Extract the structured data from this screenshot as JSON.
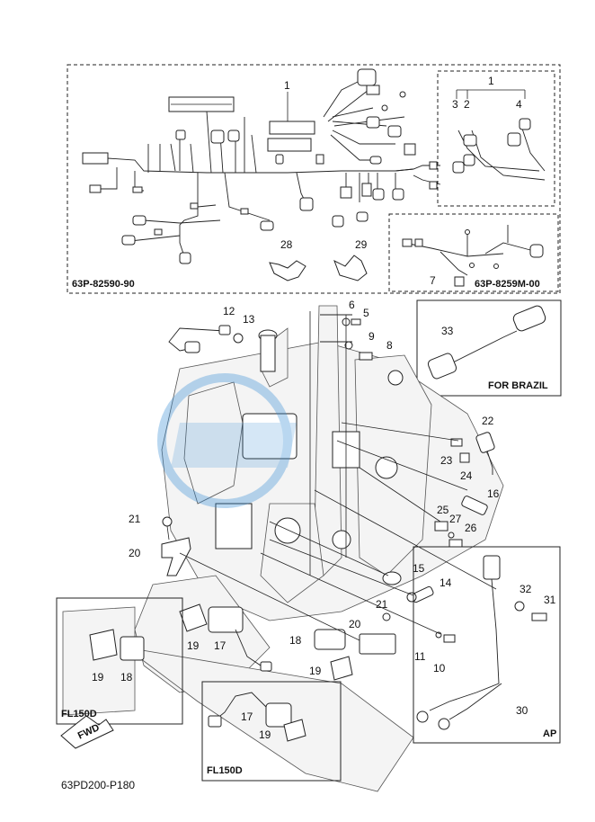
{
  "boxes": {
    "main_harness_code": "63P-82590-90",
    "sub_harness_code": "63P-8259M-00",
    "brazil_label": "FOR BRAZIL",
    "fl150d_label_1": "FL150D",
    "fl150d_label_2": "FL150D",
    "ap_label": "AP"
  },
  "fwd_label": "FWD",
  "drawing_code": "63PD200-P180",
  "part_numbers": {
    "p1_main": "1",
    "p1_sub": "1",
    "p2": "2",
    "p3": "3",
    "p4": "4",
    "p5": "5",
    "p6": "6",
    "p7": "7",
    "p8": "8",
    "p9": "9",
    "p10": "10",
    "p11": "11",
    "p12": "12",
    "p13": "13",
    "p14": "14",
    "p15": "15",
    "p16": "16",
    "p17": "17",
    "p17b": "17",
    "p18": "18",
    "p18b": "18",
    "p19": "19",
    "p19b": "19",
    "p19c": "19",
    "p19d": "19",
    "p20": "20",
    "p20b": "20",
    "p21": "21",
    "p21b": "21",
    "p22": "22",
    "p23": "23",
    "p24": "24",
    "p25": "25",
    "p26": "26",
    "p27": "27",
    "p28": "28",
    "p29": "29",
    "p30": "30",
    "p31": "31",
    "p32": "32",
    "p33": "33"
  }
}
